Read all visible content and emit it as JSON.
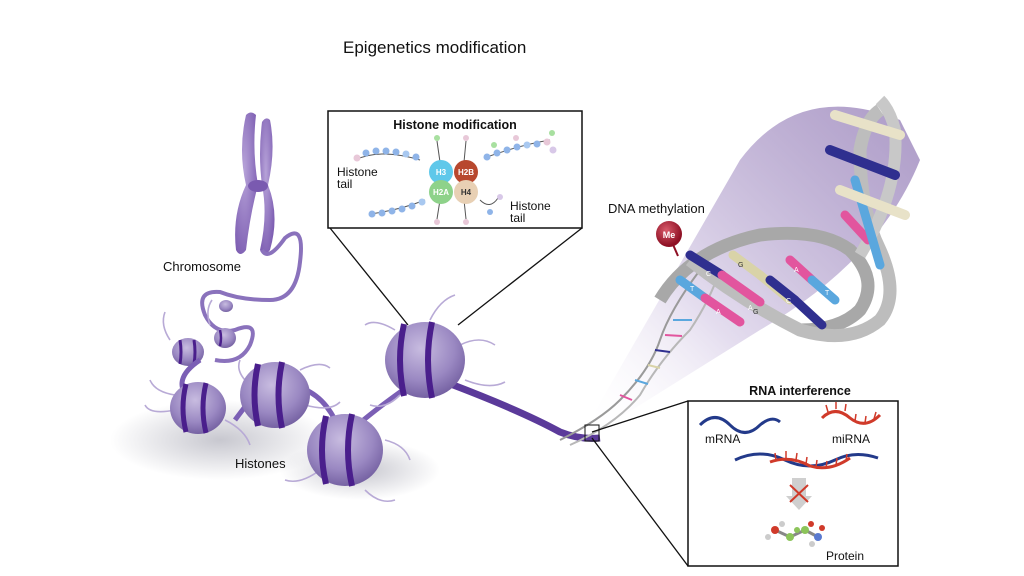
{
  "title": "Epigenetics modification",
  "labels": {
    "chromosome": "Chromosome",
    "histones": "Histones",
    "dna_methylation": "DNA methylation",
    "methyl_badge": "Me"
  },
  "histone_panel": {
    "title": "Histone modification",
    "tail_left_line1": "Histone",
    "tail_left_line2": "tail",
    "tail_right_line1": "Histone",
    "tail_right_line2": "tail",
    "cores": [
      "H3",
      "H2B",
      "H2A",
      "H4"
    ]
  },
  "rna_panel": {
    "title": "RNA interference",
    "mrna": "mRNA",
    "mirna": "miRNA",
    "protein": "Protein"
  },
  "bases": {
    "rung1_left": "C",
    "rung1_right": "G",
    "rung2_left": "T",
    "rung2_right": "A",
    "rung3_left": "A",
    "rung3_right": "G",
    "rung4_left": "C",
    "rung4_right": "T",
    "rung5_left": "A"
  },
  "colors": {
    "histone_purple": "#8e7cb6",
    "histone_band": "#4a1f8c",
    "dna_backbone": "#9a9a9a",
    "cytosine": "#2f2f8f",
    "guanine": "#d9d3a8",
    "thymine": "#5aa7de",
    "adenine": "#e2559e",
    "methyl": "#a3182e",
    "mirna": "#d03a2a",
    "mrna": "#233a8a"
  }
}
